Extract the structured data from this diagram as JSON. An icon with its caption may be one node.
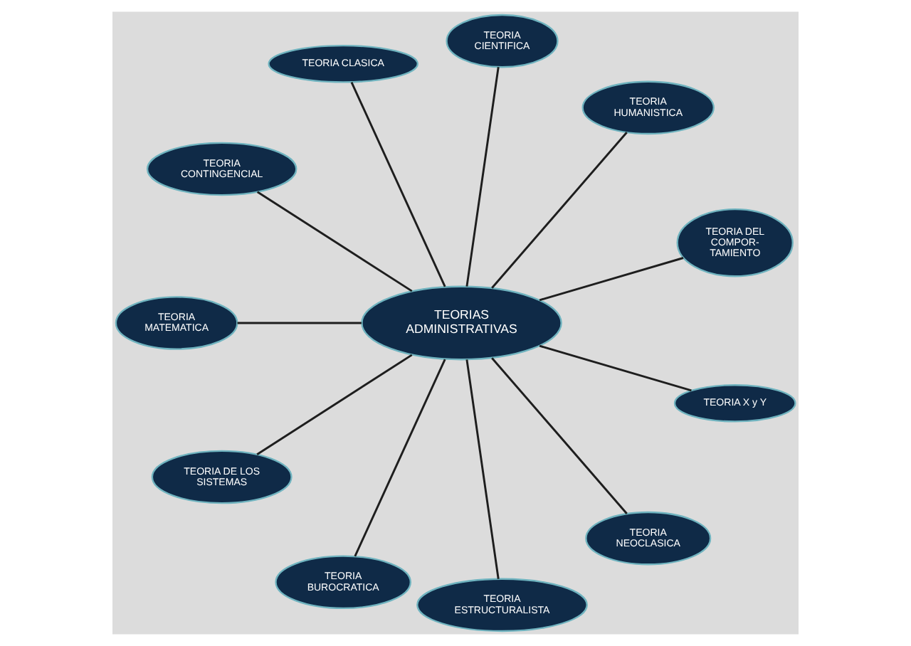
{
  "diagram": {
    "nodes": [
      {
        "text": [
          "TEORIAS ADMINISTRATIVAS"
        ]
      },
      {
        "text": [
          "TEORIA CLASICA"
        ]
      },
      {
        "text": [
          "TEORIA CIENTIFICA"
        ]
      },
      {
        "text": [
          "TEORIA HUMANISTICA"
        ]
      },
      {
        "text": [
          "TEORIA DEL COMPOR- TAMIENTO"
        ]
      },
      {
        "text": [
          "TEORIA X y Y"
        ]
      },
      {
        "text": [
          "TEORIA NEOCLASICA"
        ]
      },
      {
        "text": [
          "TEORIA ESTRUCTURALISTA"
        ]
      },
      {
        "text": [
          "TEORIA BUROCRATICA"
        ]
      },
      {
        "text": [
          "TEORIA DE LOS SISTEMAS"
        ]
      },
      {
        "text": [
          "TEORIA MATEMATICA"
        ]
      },
      {
        "text": [
          "TEORIA CONTINGENCIAL"
        ]
      }
    ],
    "edges": [
      {
        "from": 0,
        "to": 1,
        "arrow": "none"
      },
      {
        "from": 0,
        "to": 2,
        "arrow": "none"
      },
      {
        "from": 0,
        "to": 3,
        "arrow": "none"
      },
      {
        "from": 0,
        "to": 4,
        "arrow": "none"
      },
      {
        "from": 0,
        "to": 5,
        "arrow": "none"
      },
      {
        "from": 0,
        "to": 6,
        "arrow": "none"
      },
      {
        "from": 0,
        "to": 7,
        "arrow": "none"
      },
      {
        "from": 0,
        "to": 8,
        "arrow": "none"
      },
      {
        "from": 0,
        "to": 9,
        "arrow": "none"
      },
      {
        "from": 0,
        "to": 10,
        "arrow": "none"
      },
      {
        "from": 0,
        "to": 11,
        "arrow": "none"
      }
    ]
  }
}
